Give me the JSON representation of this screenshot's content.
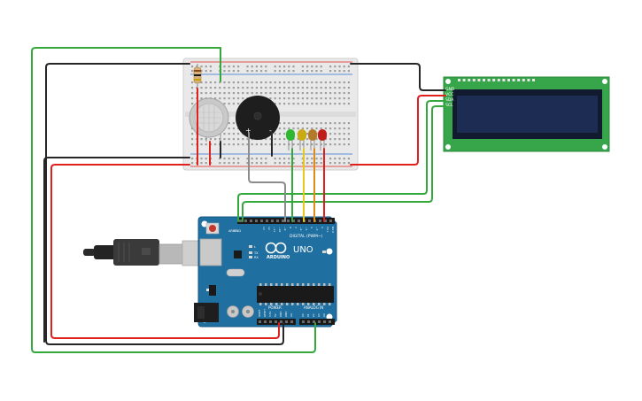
{
  "arduino": {
    "logo_text": "ARDUINO",
    "model_text": "UNO",
    "digital_label": "DIGITAL (PWM~)",
    "power_label": "POWER",
    "analog_label": "ANALOG IN",
    "aref_label": "AREF",
    "gnd_label": "GND",
    "tx_label": "TX",
    "rx_label": "RX",
    "on_label": "ON",
    "l_label": "L",
    "digital_pins": [
      "13",
      "12",
      "~11",
      "~10",
      "~9",
      "8",
      "7",
      "~6",
      "~5",
      "4",
      "~3",
      "2",
      "TX 1",
      "RX 0"
    ],
    "power_pins": [
      "IOREF",
      "RESET",
      "3.3V",
      "5V",
      "GND",
      "GND",
      "Vin"
    ],
    "analog_pins": [
      "A0",
      "A1",
      "A2",
      "A3",
      "A4",
      "A5"
    ]
  },
  "lcd": {
    "pin_labels": [
      "GND",
      "VCC",
      "SDA",
      "SCL"
    ]
  },
  "buzzer": {
    "plus_label": "+",
    "minus_label": "-"
  },
  "colors": {
    "wire_red": "#e0201c",
    "wire_black": "#262626",
    "wire_green": "#33a83b",
    "wire_yellow": "#e6c81a",
    "wire_orange": "#e08a1c",
    "wire_gray": "#8c8c8c",
    "arduino_board": "#1f6fa0",
    "lcd_board": "#37a64a",
    "lcd_screen": "#1c2c53",
    "breadboard": "#e9e9e9",
    "led_green": "#2fb82f",
    "led_yellow": "#c8aa12",
    "led_orange": "#b37a2a",
    "led_red": "#c21b1b"
  }
}
